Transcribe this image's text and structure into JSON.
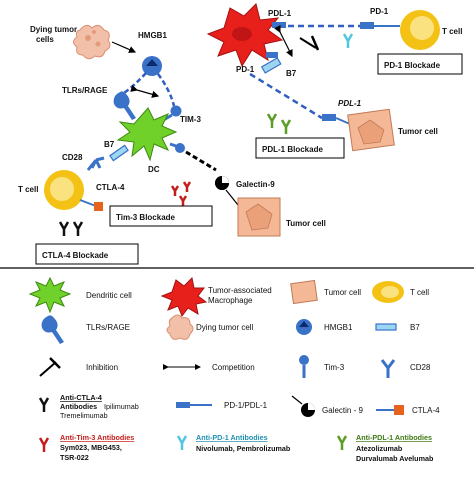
{
  "colors": {
    "dc_green": "#6fd12a",
    "macrophage_red": "#e8201c",
    "tumor_peach": "#f4b896",
    "tcell_yellow": "#f4c214",
    "receptor_blue": "#3a72c8",
    "dashed_blue": "#2f5fbf",
    "ctla4_orange": "#e5631c",
    "anti_tim3_red": "#c41d1d",
    "anti_pd1_cyan": "#53c6df",
    "anti_pdl1_green": "#5a9e25"
  },
  "diagram": {
    "dying_tumor_cells": [
      "Dying tumor",
      "cells"
    ],
    "hmgb1": "HMGB1",
    "tlrs_rage": "TLRs/RAGE",
    "tim3": "TIM-3",
    "dc": "DC",
    "b7_left": "B7",
    "cd28": "CD28",
    "ctla4": "CTLA-4",
    "t_cell_left": "T cell",
    "galectin9": "Galectin-9",
    "tumor_cell_mid": "Tumor cell",
    "tumor_cell_right": "Tumor cell",
    "pdl1_top": "PDL-1",
    "pdl1_mid": "PDL-1",
    "pd1_right": "PD-1",
    "pd1_left": "PD-1",
    "b7_top": "B7",
    "t_cell_right": "T cell"
  },
  "blockade_boxes": {
    "pd1": "PD-1 Blockade",
    "pdl1": "PDL-1 Blockade",
    "tim3": "Tim-3 Blockade",
    "ctla4": "CTLA-4 Blockade"
  },
  "legend": {
    "dendritic_cell": "Dendritic cell",
    "macrophage": [
      "Tumor-associated",
      "Macrophage"
    ],
    "tumor_cell": "Tumor cell",
    "t_cell": "T cell",
    "tlrs_rage": "TLRs/RAGE",
    "dying_tumor_cell": "Dying tumor cell",
    "hmgb1": "HMGB1",
    "b7": "B7",
    "inhibition": "Inhibition",
    "competition": "Competition",
    "tim3": "Tim-3",
    "cd28": "CD28",
    "pd1_pdl1": "PD-1/PDL-1",
    "galectin9": "Galectin - 9",
    "ctla4": "CTLA-4",
    "anti_ctla4_title": "Anti-CTLA-4",
    "anti_ctla4_rest": "Antibodies",
    "anti_ctla4_drugs": [
      "Ipilimumab",
      "Tremelimumab"
    ],
    "anti_tim3_title": "Anti-Tim-3 Antibodies",
    "anti_tim3_drugs": [
      "Sym023, MBG453,",
      "TSR-022"
    ],
    "anti_pd1_title": "Anti-PD-1 Antibodies",
    "anti_pd1_drugs": [
      "Nivolumab, Pembrolizumab"
    ],
    "anti_pdl1_title": "Anti-PDL-1 Antibodies",
    "anti_pdl1_drugs": [
      "Atezolizumab",
      "Durvalumab  Avelumab"
    ]
  }
}
